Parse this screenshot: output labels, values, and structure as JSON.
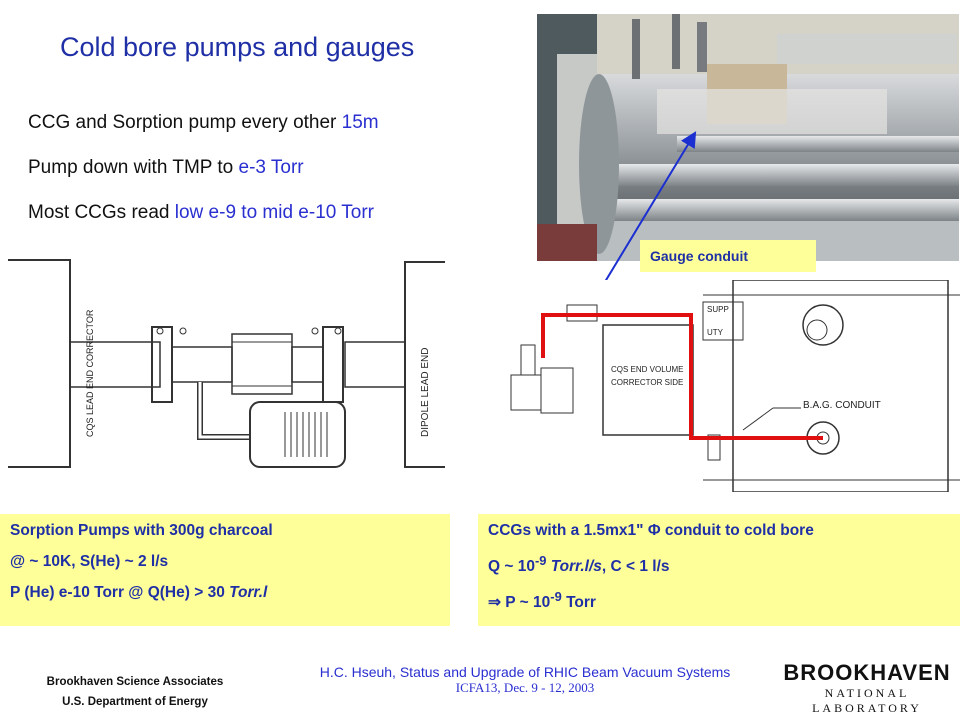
{
  "title": "Cold bore pumps and gauges",
  "bullets": [
    {
      "pre": "CCG and Sorption pump every other ",
      "hl": "15m",
      "post": ""
    },
    {
      "pre": "Pump down with TMP to ",
      "hl": "e-3 Torr",
      "post": ""
    },
    {
      "pre": "Most CCGs read ",
      "hl": "low e-9 to mid e-10 Torr",
      "post": ""
    }
  ],
  "gauge_label": "Gauge conduit",
  "left_drawing": {
    "labels": [
      "CQS LEAD END CORRECTOR",
      "DIPOLE LEAD END"
    ]
  },
  "right_drawing": {
    "labels": [
      "SUPP",
      "UTY",
      "CQS END VOLUME",
      "CORRECTOR SIDE",
      "B.A.G. CONDUIT"
    ]
  },
  "box_left": {
    "line1": "Sorption Pumps with 300g charcoal",
    "line2": "@ ~ 10K, S(He) ~ 2 l/s",
    "line3_pre": "P (He) e-10 Torr  @ Q(He) > 30 ",
    "line3_unit": "Torr.l"
  },
  "box_right": {
    "line1": "CCGs with a 1.5mx1\" Φ conduit to cold bore",
    "line2_pre": "Q ~ 10",
    "line2_exp": "-9",
    "line2_unit": " Torr.l/s",
    "line2_post": ", C < 1 l/s",
    "line3_arrow": "⇒",
    "line3_pre": " P ~ 10",
    "line3_exp": "-9",
    "line3_post": " Torr"
  },
  "footer": {
    "org1": "Brookhaven Science Associates",
    "org2": "U.S. Department of Energy",
    "center1": "H.C. Hseuh, Status and Upgrade of RHIC Beam Vacuum Systems",
    "center2": "ICFA13, Dec. 9 - 12, 2003",
    "logo_main": "BROOKHAVEN",
    "logo_sub": "NATIONAL LABORATORY"
  }
}
